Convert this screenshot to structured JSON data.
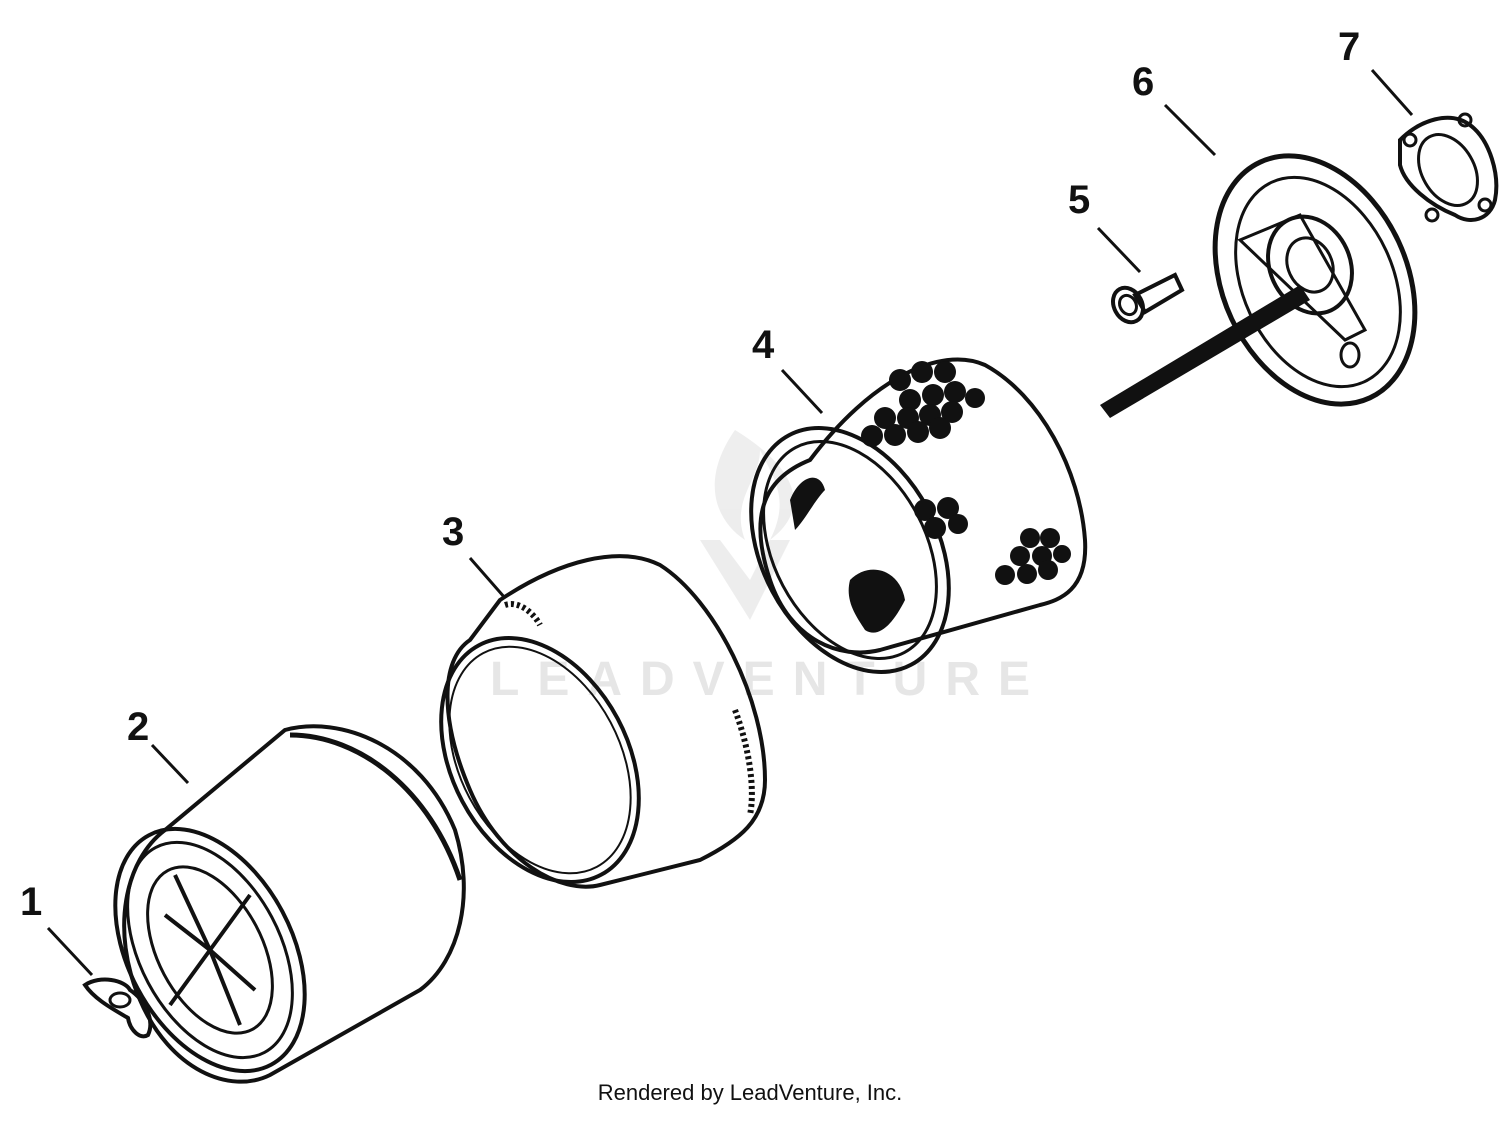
{
  "parts": [
    {
      "number": "1",
      "name": "wing-nut"
    },
    {
      "number": "2",
      "name": "air-cleaner-cover"
    },
    {
      "number": "3",
      "name": "pre-cleaner-sleeve"
    },
    {
      "number": "4",
      "name": "air-filter-element"
    },
    {
      "number": "5",
      "name": "screw"
    },
    {
      "number": "6",
      "name": "air-cleaner-base"
    },
    {
      "number": "7",
      "name": "gasket"
    }
  ],
  "watermark": "LEADVENTURE",
  "footer": "Rendered by LeadVenture, Inc."
}
